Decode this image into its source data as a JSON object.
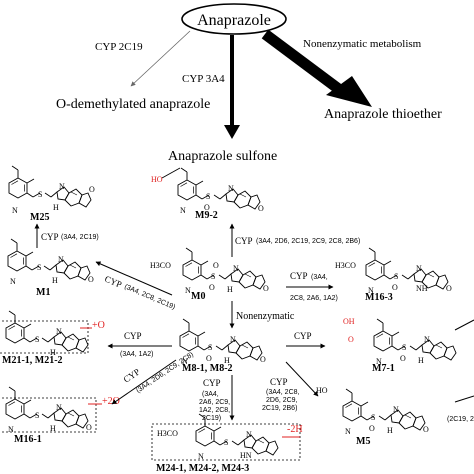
{
  "nodes": {
    "anaprazole": "Anaprazole",
    "o_demethylated": "O-demethylated anaprazole",
    "sulfone": "Anaprazole sulfone",
    "thioether": "Anaprazole thioether"
  },
  "edges": {
    "cyp_2c19": "CYP 2C19",
    "cyp_3a4": "CYP 3A4",
    "nonenzymatic_metabolism": "Nonenzymatic metabolism",
    "nonenzymatic": "Nonenzymatic"
  },
  "enzymes": {
    "m0_to_m9_2": "CYP",
    "m0_to_m9_2_sub": "(3A4, 2D6, 2C19, 2C9, 2C8, 2B6)",
    "m1_to_m25": "CYP",
    "m1_to_m25_sub": "(3A4, 2C19)",
    "m0_to_m1": "CYP",
    "m0_to_m1_sub": "(3A4, 2C8, 2C19)",
    "m0_to_m16_3": "CYP",
    "m0_to_m16_3_sub_1": "(3A4,",
    "m0_to_m16_3_sub_2": "2C8, 2A6, 1A2)",
    "m8_to_m21": "CYP",
    "m8_to_m21_sub": "(3A4, 1A2)",
    "m8_to_m7": "CYP",
    "m8_to_m16_1": "CYP",
    "m8_to_m16_1_sub": "(3A4, 2D6, 2C9, 2C8)",
    "m8_to_m24": "CYP",
    "m8_to_m24_sub": [
      "(3A4,",
      "2A6, 2C9,",
      "1A2, 2C8,",
      "2C19)"
    ],
    "m8_to_m5": "CYP",
    "m8_to_m5_sub": [
      "(3A4, 2C8,",
      "2D6, 2C9,",
      "2C19, 2B6)"
    ],
    "right_edge_sub": "(2C19, 2"
  },
  "metabolites": {
    "m25": "M25",
    "m9_2": "M9-2",
    "m1": "M1",
    "m0": "M0",
    "m16_3": "M16-3",
    "m21": "M21-1, M21-2",
    "m8": "M8-1, M8-2",
    "m7_1": "M7-1",
    "m16_1": "M16-1",
    "m5": "M5",
    "m24": "M24-1, M24-2, M24-3"
  },
  "modifications": {
    "plus_o": "+O",
    "plus_2o": "+2O",
    "minus_2h": "-2H"
  },
  "atoms": {
    "n": "N",
    "s": "S",
    "o": "O",
    "h": "H",
    "nh": "NH",
    "hn": "HN",
    "h3co": "H3CO",
    "ho": "HO",
    "oh": "OH"
  },
  "colors": {
    "text": "#000000",
    "highlight": "#e02020",
    "line": "#000000",
    "arrow_gray": "#555555"
  }
}
